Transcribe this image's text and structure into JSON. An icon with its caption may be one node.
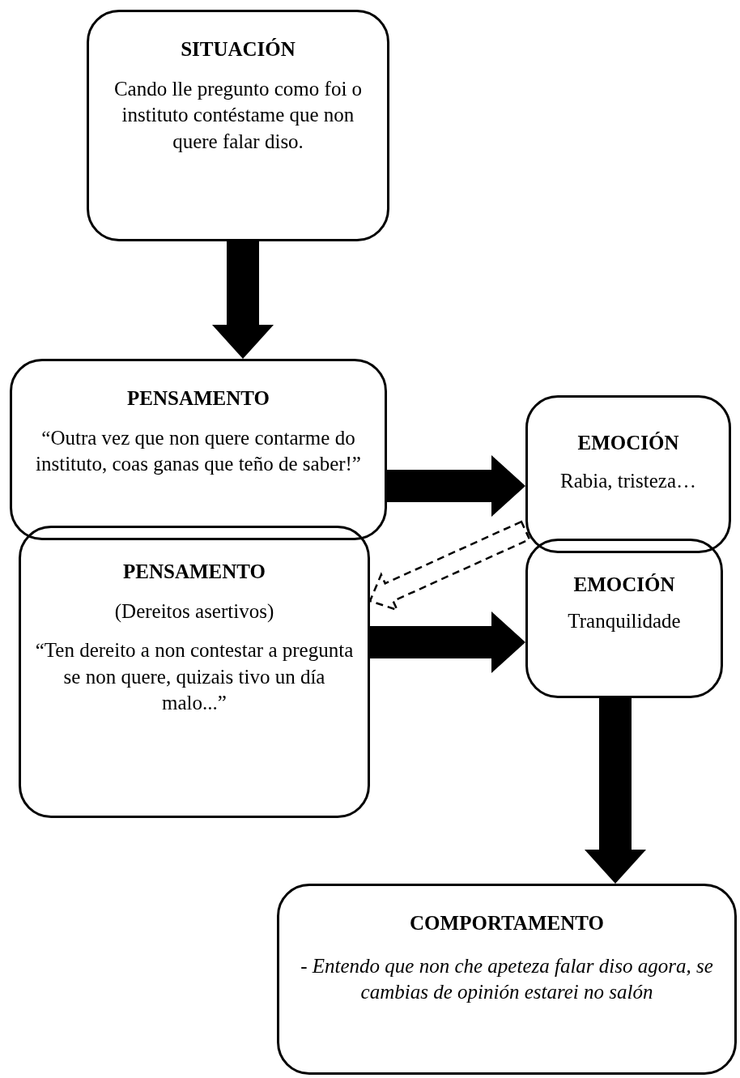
{
  "diagram": {
    "nodes": [
      {
        "text": [
          "SITUACIÓN",
          "Cando lle pregunto como foi o instituto contéstame que non quere falar diso."
        ]
      },
      {
        "text": [
          "PENSAMENTO",
          "“Outra vez que non quere contarme do instituto, coas ganas que teño de saber!”"
        ]
      },
      {
        "text": [
          "EMOCIÓN",
          "Rabia, tristeza…"
        ]
      },
      {
        "text": [
          "PENSAMENTO",
          "(Dereitos asertivos)",
          "“Ten dereito a non contestar a pregunta se non quere, quizais tivo un día malo...”"
        ]
      },
      {
        "text": [
          "EMOCIÓN",
          "Tranquilidade"
        ]
      },
      {
        "text": [
          "COMPORTAMENTO",
          "- Entendo que non che apeteza falar diso agora, se cambias de opinión estarei no salón"
        ]
      }
    ],
    "edges": [
      {
        "from": 0,
        "to": 1,
        "arrow": "to"
      },
      {
        "from": 1,
        "to": 2,
        "arrow": "to"
      },
      {
        "from": 2,
        "to": 3,
        "arrow": "to",
        "style": "dashed"
      },
      {
        "from": 3,
        "to": 4,
        "arrow": "to"
      },
      {
        "from": 4,
        "to": 5,
        "arrow": "to"
      }
    ]
  }
}
